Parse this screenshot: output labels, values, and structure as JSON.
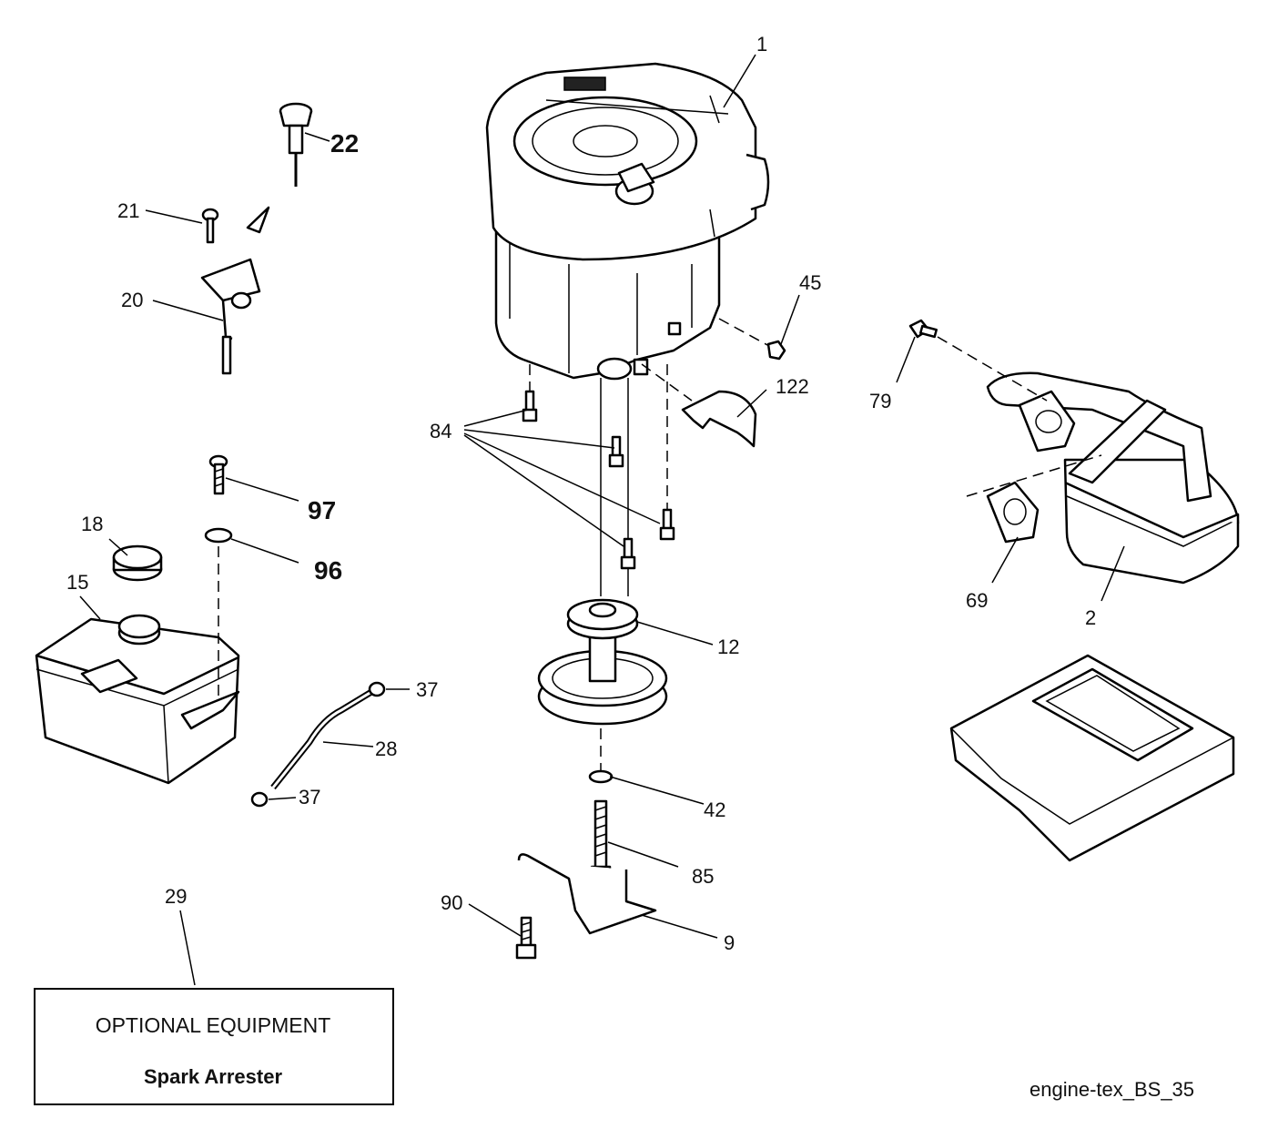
{
  "labels": {
    "p1": "1",
    "p2": "2",
    "p9": "9",
    "p12": "12",
    "p15": "15",
    "p18": "18",
    "p20": "20",
    "p21": "21",
    "p22": "22",
    "p28": "28",
    "p29": "29",
    "p37a": "37",
    "p37b": "37",
    "p42": "42",
    "p45": "45",
    "p69": "69",
    "p79": "79",
    "p84": "84",
    "p85": "85",
    "p90": "90",
    "p96": "96",
    "p97": "97",
    "p122": "122"
  },
  "optional_box": {
    "title": "OPTIONAL EQUIPMENT",
    "subtitle": "Spark Arrester"
  },
  "diagram_code": "engine-tex_BS_35"
}
